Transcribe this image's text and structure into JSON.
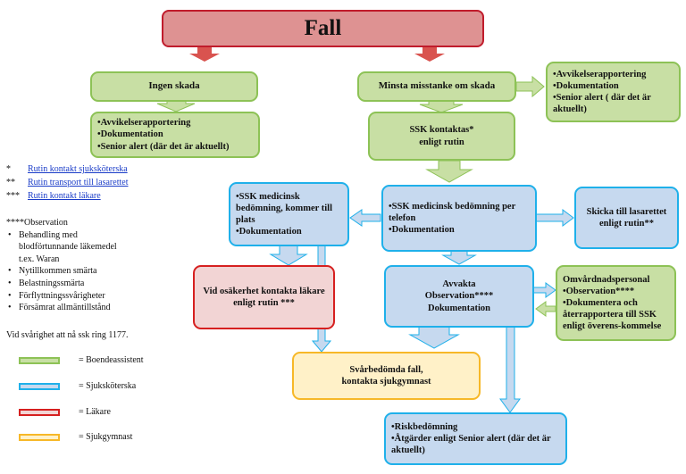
{
  "title": "Fall",
  "boxes": {
    "ingen_skada": "Ingen skada",
    "ingen_actions": [
      "•Avvikelserapportering",
      "•Dokumentation",
      "•Senior alert (där det är aktuellt)"
    ],
    "minsta": "Minsta misstanke om skada",
    "minsta_actions": [
      "•Avvikelserapportering",
      "•Dokumentation",
      "•Senior alert ( där det är aktuellt)"
    ],
    "ssk_kontaktas": [
      "SSK kontaktas*",
      "enligt rutin"
    ],
    "ssk_plats": [
      "•SSK medicinsk bedömning, kommer till plats",
      "•Dokumentation"
    ],
    "ssk_telefon": [
      "•SSK  medicinsk bedömning per telefon",
      "•Dokumentation"
    ],
    "skicka": [
      "Skicka till lasarettet enligt rutin**"
    ],
    "osaker": [
      "Vid osäkerhet kontakta läkare  enligt rutin ***"
    ],
    "avvakta": [
      "Avvakta",
      "Observation****",
      "Dokumentation"
    ],
    "omvardnad": [
      "Omvårdnadspersonal",
      "•Observation****",
      "•Dokumentera och återrapportera till SSK enligt överens-kommelse"
    ],
    "svarbedomda": [
      "Svårbedömda  fall,",
      "kontakta sjukgymnast"
    ],
    "risk": [
      "•Riskbedömning",
      "•Åtgärder  enligt Senior alert  (där det är aktuellt)"
    ]
  },
  "notes": [
    {
      "mark": "*",
      "text": "Rutin kontakt sjuksköterska"
    },
    {
      "mark": "**",
      "text": "Rutin transport till lasarettet"
    },
    {
      "mark": "***",
      "text": "Rutin kontakt läkare"
    }
  ],
  "observation": {
    "heading": "****Observation",
    "items": [
      "Behandling med blodförtunnande läkemedel t.ex. Waran",
      "Nytillkommen smärta",
      "Belastningssmärta",
      "Förflyttningssvårigheter",
      "Försämrat allmäntillstånd"
    ]
  },
  "phone_note": "Vid svårighet att nå ssk ring 1177.",
  "legend": [
    {
      "label": "= Boendeassistent",
      "color": "#8dc256",
      "fill": "#c8dfa4"
    },
    {
      "label": "= Sjuksköterska",
      "color": "#1fb0ea",
      "fill": "#c6d9ef"
    },
    {
      "label": "= Läkare",
      "color": "#d62020",
      "fill": "#f2d4d4"
    },
    {
      "label": "= Sjukgymnast",
      "color": "#f7b828",
      "fill": "#fff1c8"
    }
  ]
}
